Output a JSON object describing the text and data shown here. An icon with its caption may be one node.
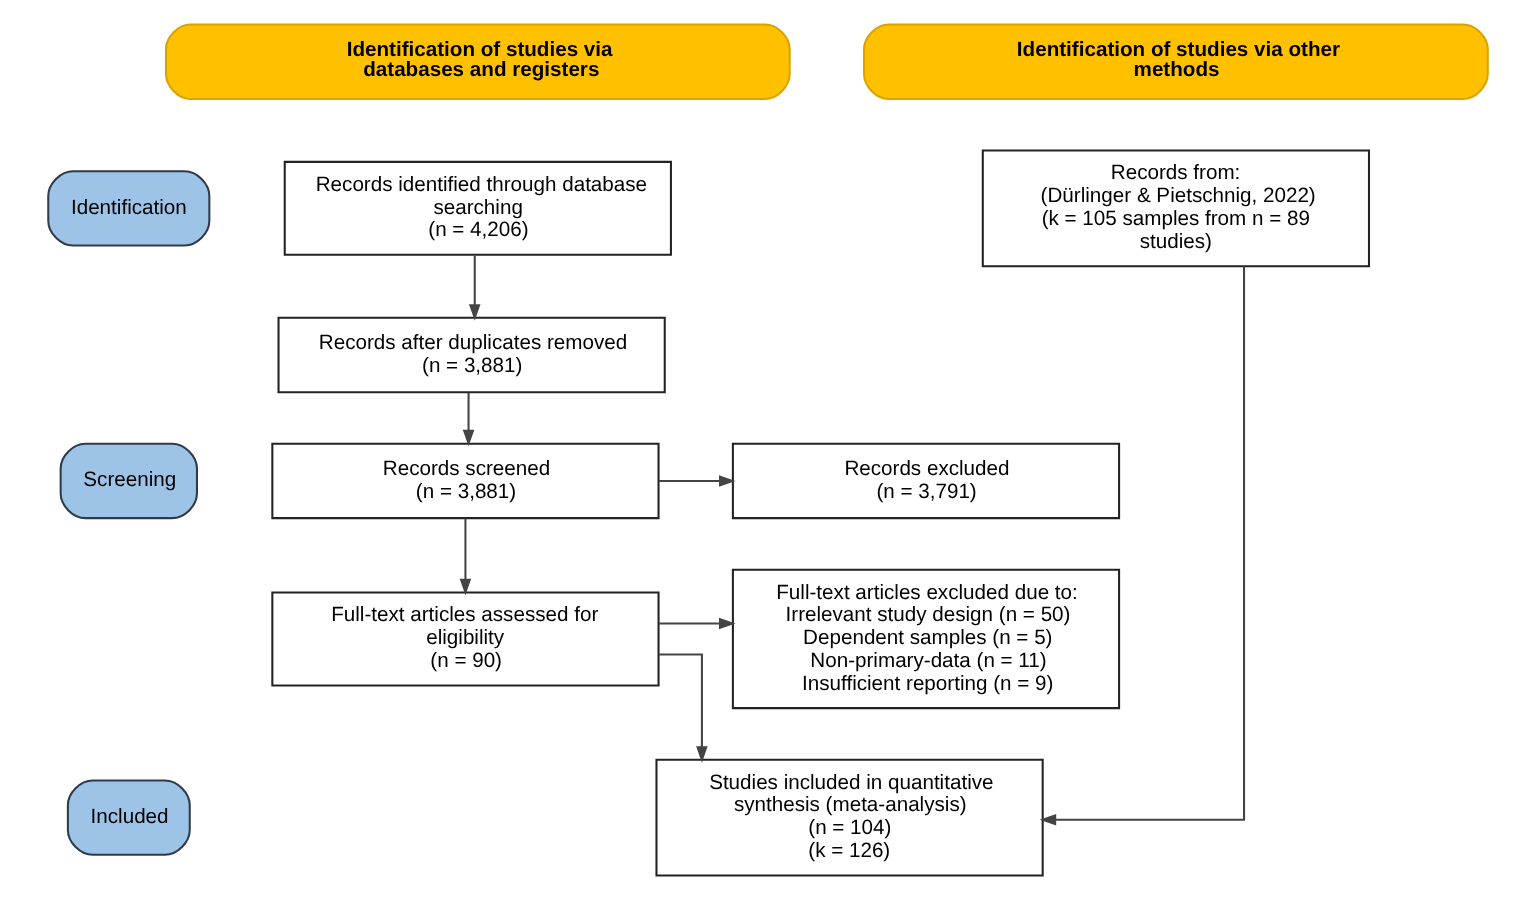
{
  "diagram": {
    "nodes": [
      {
        "text": [
          "Identification of studies via databases and registers"
        ]
      },
      {
        "text": [
          "Identification of studies via other methods"
        ]
      },
      {
        "text": [
          "Identification"
        ]
      },
      {
        "text": [
          "Screening"
        ]
      },
      {
        "text": [
          "Included"
        ]
      },
      {
        "text": [
          "Records identified through database searching",
          "(n = 4,206)"
        ]
      },
      {
        "text": [
          "Records from:",
          "(Dürlinger & Pietschnig, 2022)",
          "(k = 105 samples from n = 89 studies)"
        ]
      },
      {
        "text": [
          "Records after duplicates removed",
          "(n = 3,881)"
        ]
      },
      {
        "text": [
          "Records screened",
          "(n = 3,881)"
        ]
      },
      {
        "text": [
          "Records excluded",
          "(n = 3,791)"
        ]
      },
      {
        "text": [
          "Full-text articles assessed for eligibility",
          "(n = 90)"
        ]
      },
      {
        "text": [
          "Full-text articles excluded due to:",
          "Irrelevant study design (n = 50)",
          "Dependent samples (n = 5)",
          "Non-primary-data (n = 11)",
          "Insufficient reporting (n = 9)"
        ]
      },
      {
        "text": [
          "Studies included in quantitative synthesis (meta-analysis)",
          "(n = 104)",
          "(k = 126)"
        ]
      }
    ],
    "edges": [
      {
        "from": 5,
        "to": 7,
        "arrow": "to"
      },
      {
        "from": 7,
        "to": 8,
        "arrow": "to"
      },
      {
        "from": 8,
        "to": 9,
        "arrow": "to"
      },
      {
        "from": 8,
        "to": 10,
        "arrow": "to"
      },
      {
        "from": 10,
        "to": 11,
        "arrow": "to"
      },
      {
        "from": 10,
        "to": 12,
        "arrow": "to"
      },
      {
        "from": 6,
        "to": 12,
        "arrow": "to"
      }
    ]
  }
}
